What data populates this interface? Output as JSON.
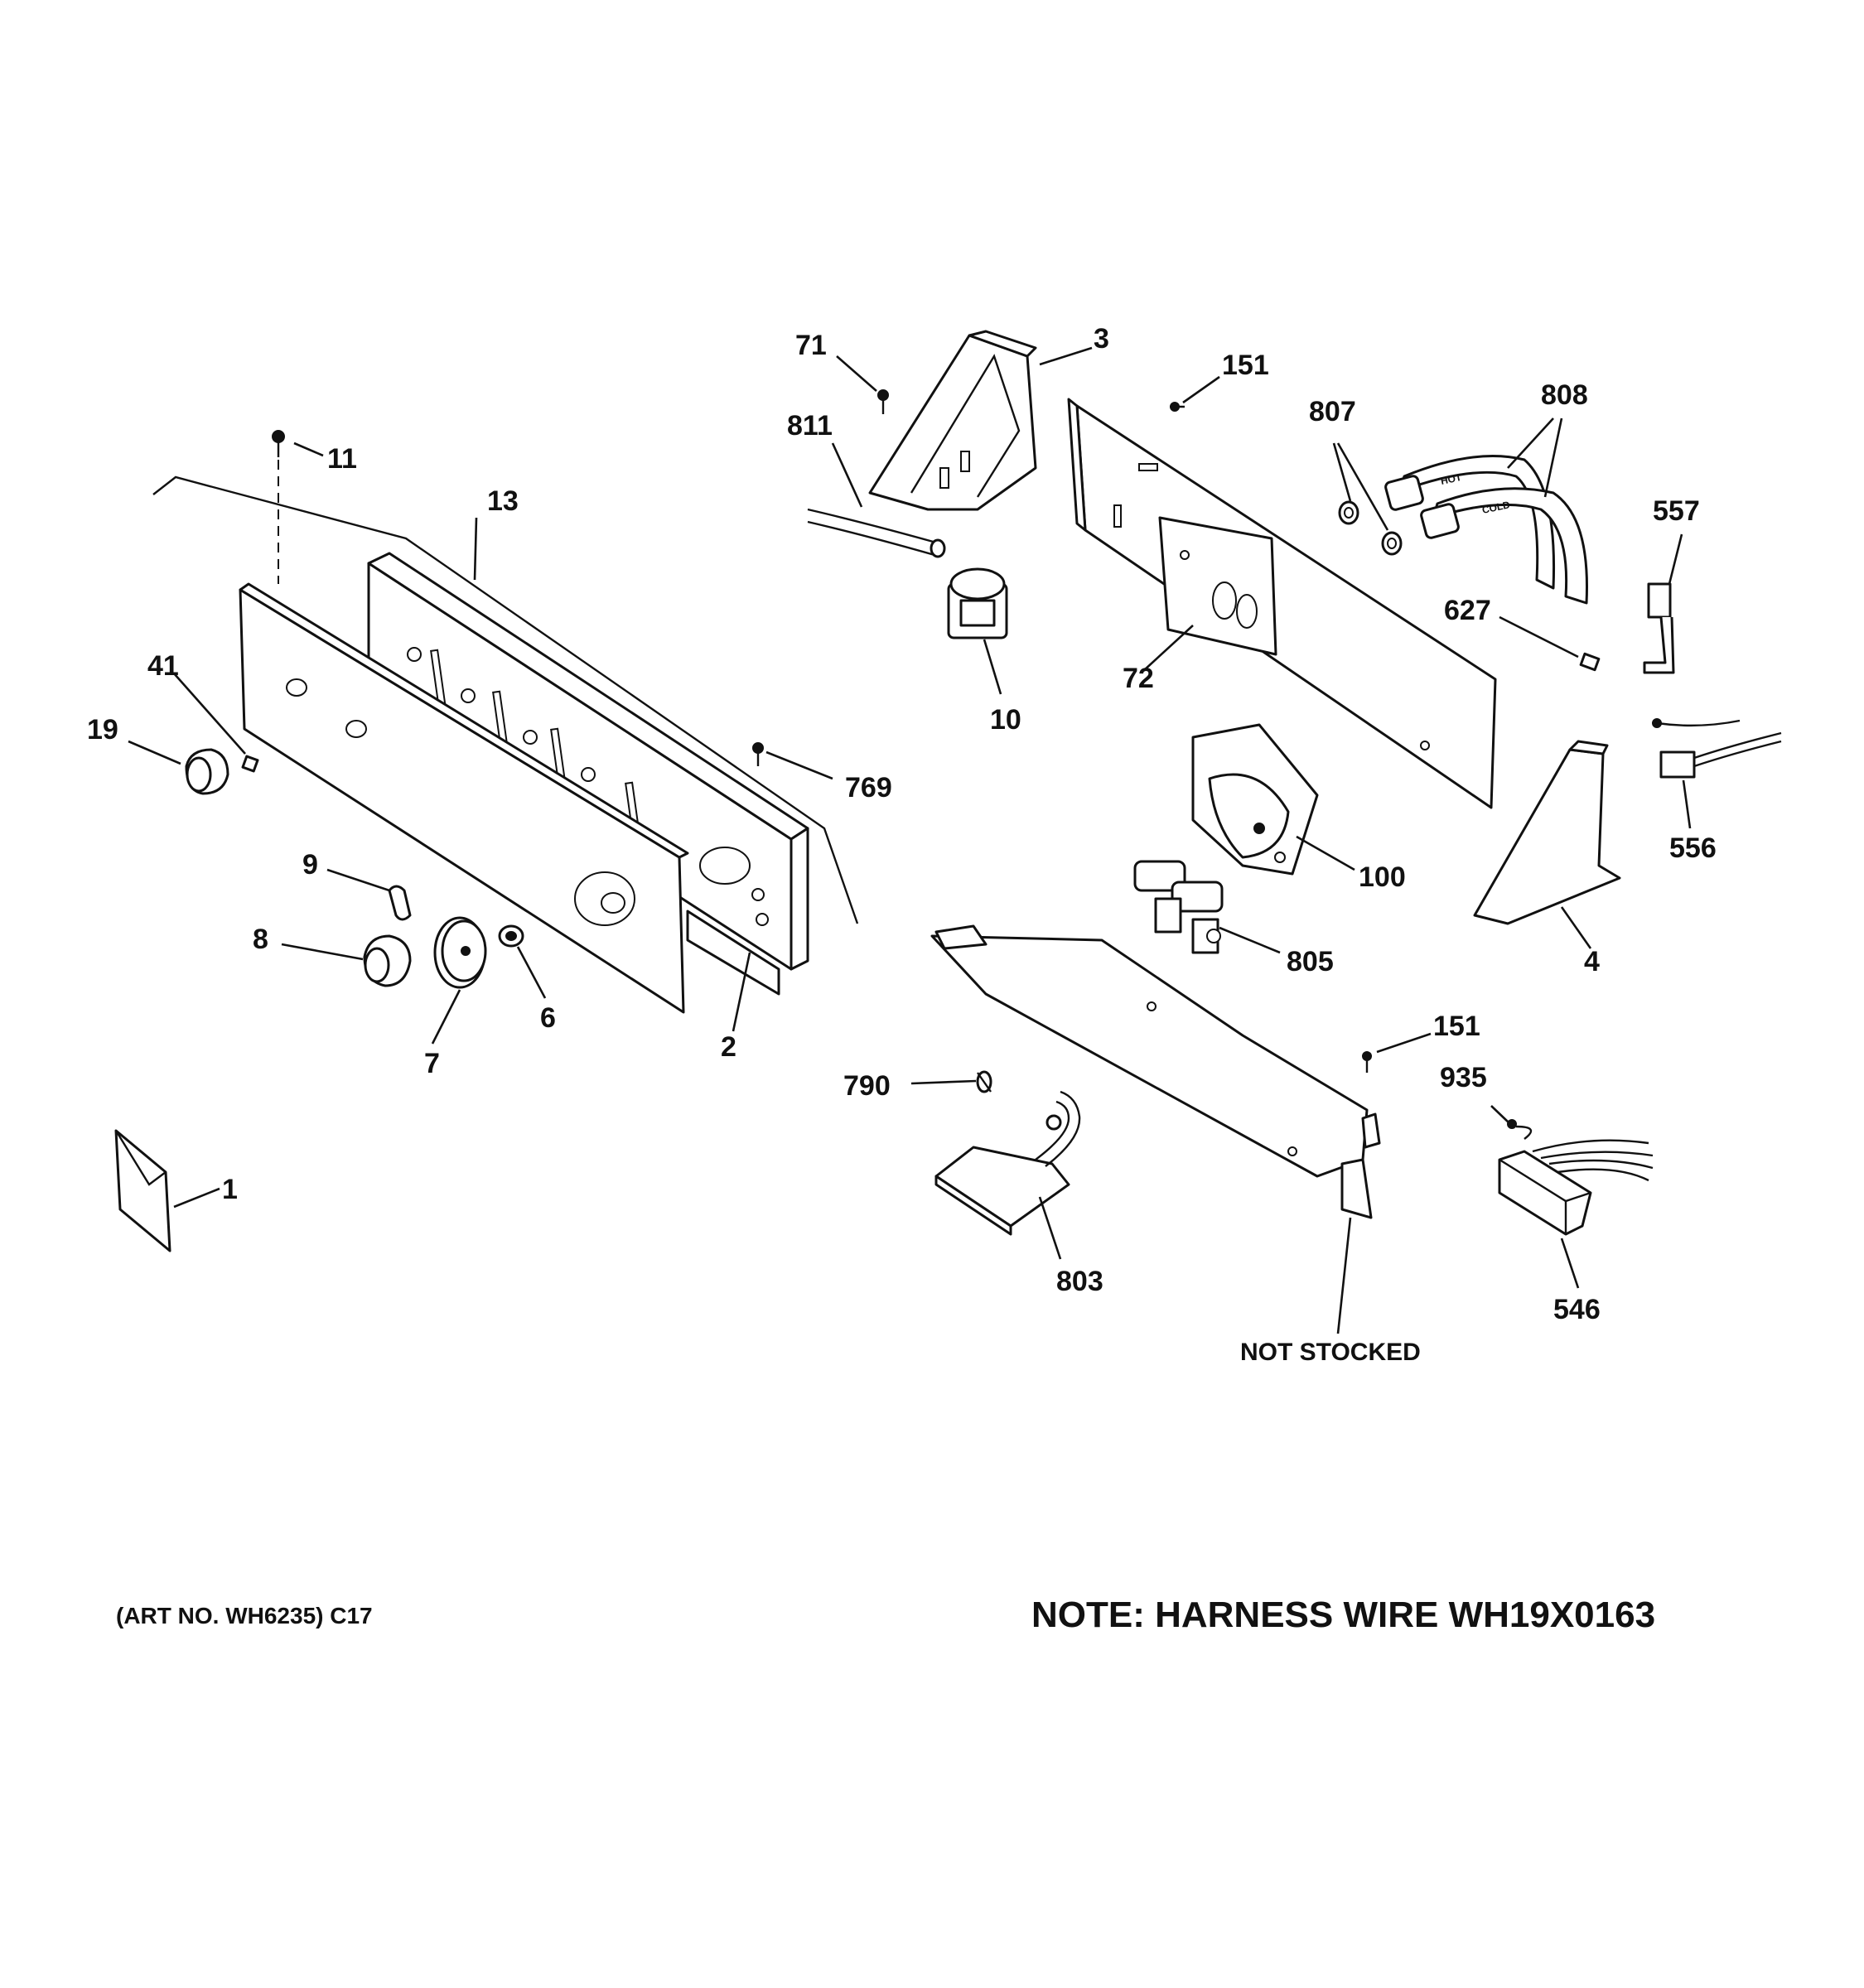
{
  "labels": {
    "p1": "1",
    "p2": "2",
    "p3": "3",
    "p4": "4",
    "p6": "6",
    "p7": "7",
    "p8": "8",
    "p9": "9",
    "p10": "10",
    "p11": "11",
    "p13": "13",
    "p19": "19",
    "p41": "41",
    "p71": "71",
    "p72": "72",
    "p100": "100",
    "p151a": "151",
    "p151b": "151",
    "p546": "546",
    "p556": "556",
    "p557": "557",
    "p627": "627",
    "p769": "769",
    "p790": "790",
    "p803": "803",
    "p805": "805",
    "p807": "807",
    "p808": "808",
    "p811": "811",
    "p935": "935",
    "not_stocked": "NOT STOCKED",
    "hot": "HOT",
    "cold": "COLD"
  },
  "footer": {
    "art_number": "(ART NO. WH6235) C17",
    "harness_note": "NOTE: HARNESS WIRE WH19X0163"
  }
}
